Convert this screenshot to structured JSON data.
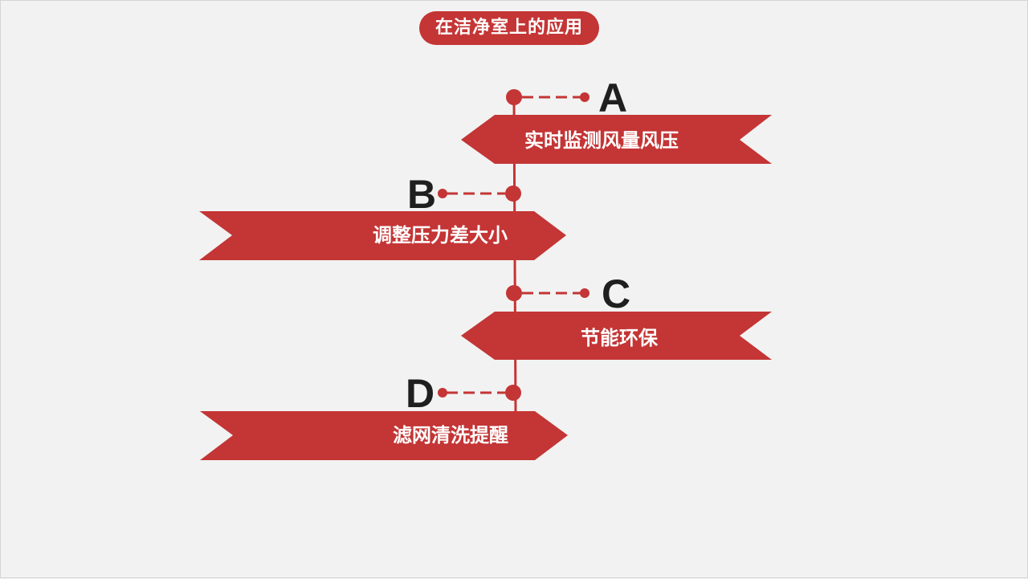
{
  "title": "在洁净室上的应用",
  "colors": {
    "accent": "#c43535",
    "letter": "#1f1f1f",
    "background": "#f2f2f2"
  },
  "steps": [
    {
      "letter": "A",
      "label": "实时监测风量风压"
    },
    {
      "letter": "B",
      "label": "调整压力差大小"
    },
    {
      "letter": "C",
      "label": "节能环保"
    },
    {
      "letter": "D",
      "label": "滤网清洗提醒"
    }
  ]
}
